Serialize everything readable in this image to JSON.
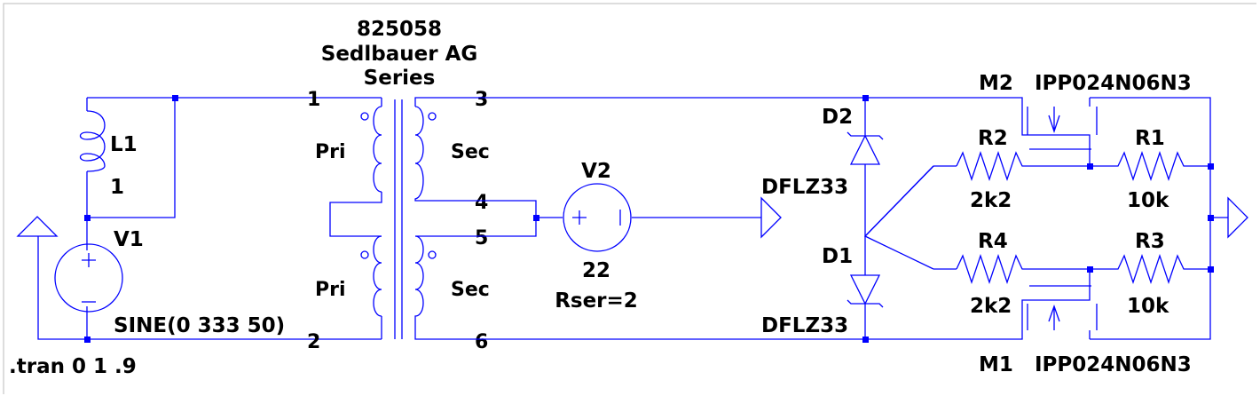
{
  "transformer": {
    "part": "825058",
    "maker": "Sedlbauer AG",
    "mode": "Series",
    "pins": [
      "1",
      "2",
      "3",
      "4",
      "5",
      "6"
    ],
    "primary_label": "Pri",
    "secondary_label": "Sec"
  },
  "L1": {
    "name": "L1",
    "value": "1"
  },
  "V1": {
    "name": "V1",
    "value": "SINE(0 333 50)"
  },
  "V2": {
    "name": "V2",
    "value": "22",
    "extra": "Rser=2"
  },
  "D2": {
    "name": "D2",
    "model": "DFLZ33"
  },
  "D1": {
    "name": "D1",
    "model": "DFLZ33"
  },
  "M2": {
    "name": "M2",
    "model": "IPP024N06N3"
  },
  "M1": {
    "name": "M1",
    "model": "IPP024N06N3"
  },
  "R1": {
    "name": "R1",
    "value": "10k"
  },
  "R2": {
    "name": "R2",
    "value": "2k2"
  },
  "R3": {
    "name": "R3",
    "value": "10k"
  },
  "R4": {
    "name": "R4",
    "value": "2k2"
  },
  "directive": ".tran 0 1 .9",
  "colors": {
    "wire": "#0000ff",
    "text": "#000000",
    "background": "#ffffff"
  }
}
